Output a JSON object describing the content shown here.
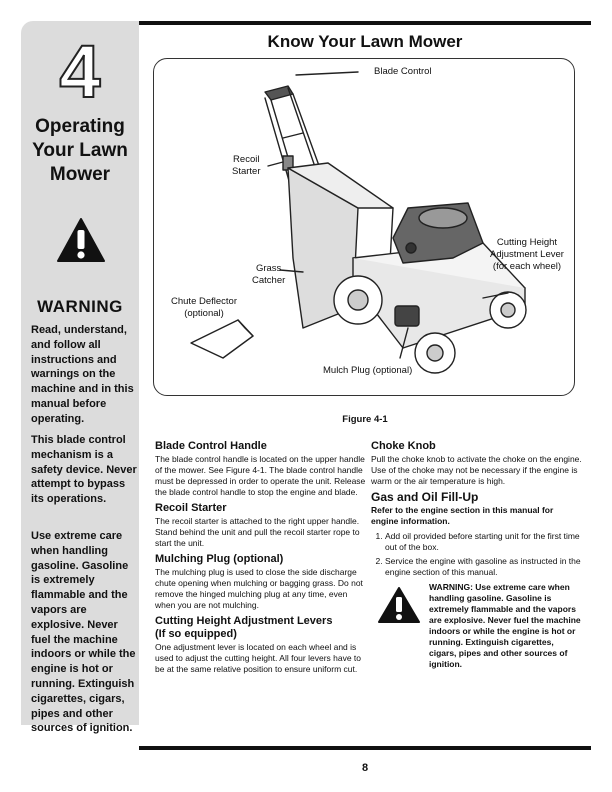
{
  "sidebar": {
    "chapter_number": "4",
    "chapter_title_lines": [
      "Operating",
      "Your Lawn",
      "Mower"
    ],
    "warning_label": "WARNING",
    "paragraphs": [
      "Read, understand, and follow all instructions and warnings on the machine and in this manual before operating.",
      "This blade control mechanism is a safety device. Never attempt to bypass its operations.",
      "Use extreme care when handling gasoline. Gasoline is extremely flammable and the vapors are explosive. Never fuel the machine indoors or while the engine is hot or running. Extinguish cigarettes, cigars, pipes and other sources of ignition."
    ]
  },
  "main": {
    "title": "Know Your Lawn Mower",
    "figure": {
      "caption": "Figure 4-1",
      "callouts": {
        "blade_control": "Blade Control",
        "recoil_starter": "Recoil\nStarter",
        "grass_catcher": "Grass\nCatcher",
        "chute_deflector": "Chute Deflector\n(optional)",
        "cutting_height": "Cutting Height\nAdjustment Lever\n(for each wheel)",
        "mulch_plug": "Mulch Plug (optional)"
      }
    },
    "left_col": [
      {
        "heading": "Blade Control Handle",
        "text": "The blade control handle is located on the upper handle of the mower. See Figure 4-1. The blade control handle must be depressed in order to operate the unit. Release the blade control handle to stop the engine and blade."
      },
      {
        "heading": "Recoil Starter",
        "text": "The recoil starter is attached to the right upper handle. Stand behind the unit and pull the recoil starter rope to start the unit."
      },
      {
        "heading": "Mulching Plug (optional)",
        "text": "The mulching plug is used to close the side discharge chute opening when mulching or bagging grass. Do not remove the hinged mulching plug at any time, even when you are not mulching."
      },
      {
        "heading": "Cutting Height Adjustment Levers\n(If so equipped)",
        "text": "One adjustment lever is located on each wheel and is used to adjust the cutting height. All four levers have to be at the same relative position to ensure uniform cut."
      }
    ],
    "right_col": {
      "choke_heading": "Choke Knob",
      "choke_text": "Pull the choke knob to activate the choke on the engine. Use of the choke may not be necessary if the engine is warm or the air temperature is high.",
      "gas_heading": "Gas and Oil Fill-Up",
      "gas_intro": "Refer to the engine section in this manual for engine information.",
      "steps": [
        "Add oil provided before starting unit for the first time out of the box.",
        "Service the engine with gasoline as instructed in the engine section of this manual."
      ],
      "warning_text": "WARNING: Use extreme care when handling gasoline. Gasoline is extremely flammable and the vapors are explosive. Never fuel the machine indoors or while the engine is hot or running. Extinguish cigarettes, cigars, pipes and other sources of ignition."
    },
    "page_number": "8"
  }
}
